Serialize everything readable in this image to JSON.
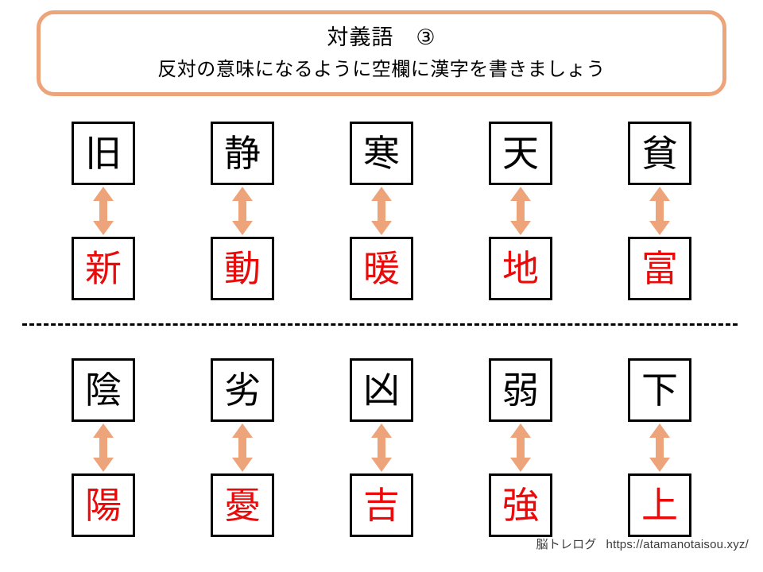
{
  "header": {
    "title": "対義語　③",
    "subtitle": "反対の意味になるように空欄に漢字を書きましょう",
    "border_color": "#eda47b"
  },
  "colors": {
    "prompt_kanji": "#000000",
    "answer_kanji": "#ea0a0a",
    "arrow": "#eda47b",
    "box_border": "#000000",
    "divider": "#000000"
  },
  "rows": [
    {
      "pairs": [
        {
          "prompt": "旧",
          "answer": "新"
        },
        {
          "prompt": "静",
          "answer": "動"
        },
        {
          "prompt": "寒",
          "answer": "暖"
        },
        {
          "prompt": "天",
          "answer": "地"
        },
        {
          "prompt": "貧",
          "answer": "富"
        }
      ]
    },
    {
      "pairs": [
        {
          "prompt": "陰",
          "answer": "陽"
        },
        {
          "prompt": "劣",
          "answer": "憂"
        },
        {
          "prompt": "凶",
          "answer": "吉"
        },
        {
          "prompt": "弱",
          "answer": "強"
        },
        {
          "prompt": "下",
          "answer": "上"
        }
      ]
    }
  ],
  "footer": {
    "site_name": "脳トレログ",
    "url": "https://atamanotaisou.xyz/"
  }
}
